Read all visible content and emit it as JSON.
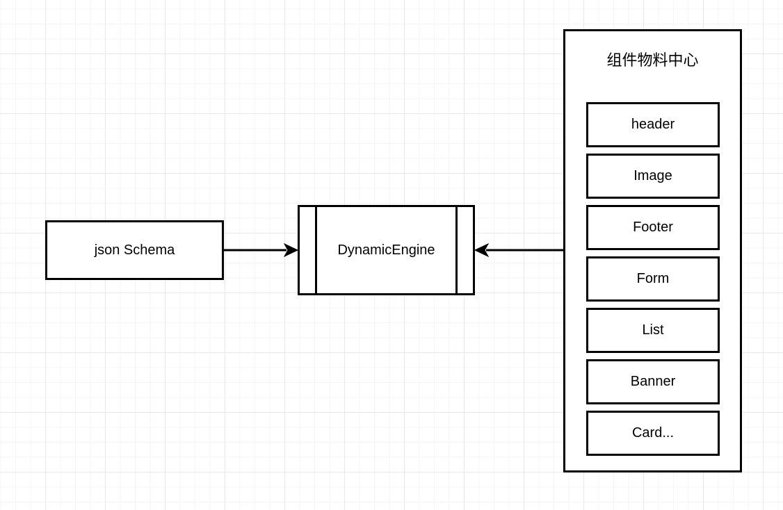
{
  "colors": {
    "stroke": "#000000",
    "fill": "#ffffff",
    "grid_minor": "#f5f5f5",
    "grid_major": "#e8e8e8",
    "text": "#000000"
  },
  "diagram": {
    "nodes": {
      "json_schema": {
        "label": "json Schema"
      },
      "dynamic_engine": {
        "label": "DynamicEngine"
      },
      "material_center": {
        "title": "组件物料中心",
        "components": [
          "header",
          "Image",
          "Footer",
          "Form",
          "List",
          "Banner",
          "Card..."
        ]
      }
    },
    "edges": [
      {
        "from": "json_schema",
        "to": "dynamic_engine",
        "direction": "right"
      },
      {
        "from": "material_center",
        "to": "dynamic_engine",
        "direction": "left"
      }
    ]
  }
}
